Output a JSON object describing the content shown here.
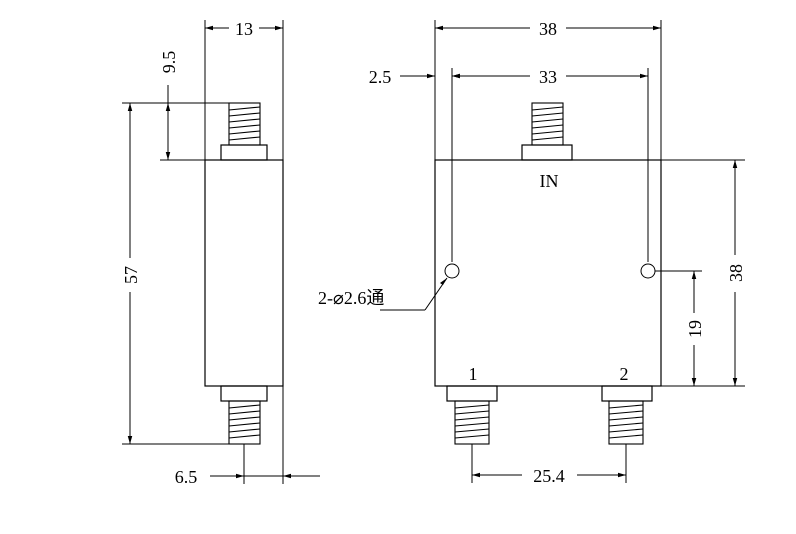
{
  "colors": {
    "line": "#000000",
    "background": "#ffffff"
  },
  "side_view": {
    "width_dim": "13",
    "connector_offset_dim": "9.5",
    "height_dim": "57",
    "offset_dim": "6.5"
  },
  "front_view": {
    "width_dim": "38",
    "hole_spacing_dim": "33",
    "hole_edge_dim": "2.5",
    "height_dim": "38",
    "hole_height_dim": "19",
    "port_spacing_dim": "25.4",
    "input_label": "IN",
    "port1_label": "1",
    "port2_label": "2",
    "hole_note": "2-⌀2.6通"
  }
}
